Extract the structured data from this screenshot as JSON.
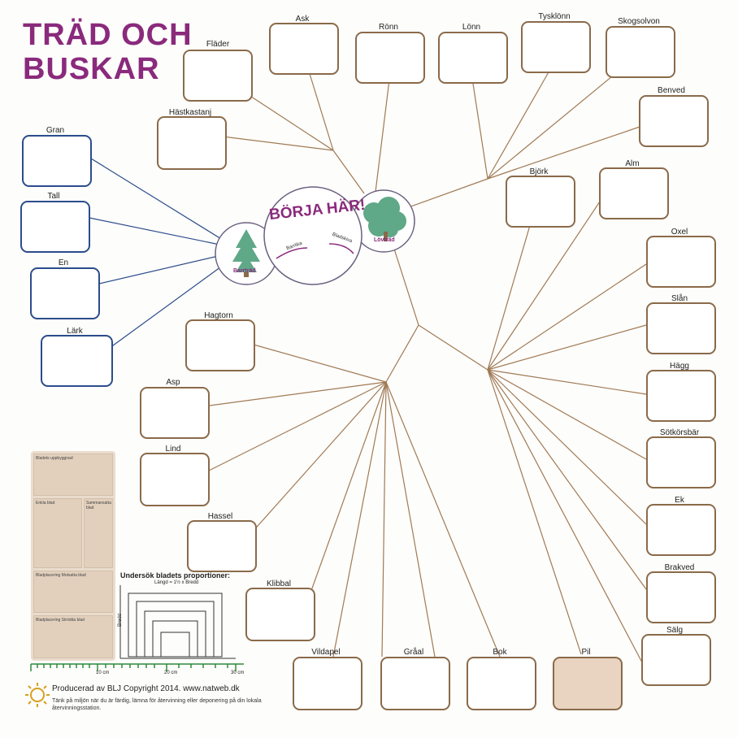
{
  "title": {
    "line1": "TRÄD OCH",
    "line2": "BUSKAR"
  },
  "start": {
    "label": "BÖRJA HÄR!",
    "barrtrad": "Barrträd",
    "lovtrad": "Lövträd",
    "barrlika": "Barrlika",
    "bladskiva": "Bladskiva"
  },
  "trees": {
    "gran": "Gran",
    "tall": "Tall",
    "en": "En",
    "lark": "Lärk",
    "flader": "Fläder",
    "ask": "Ask",
    "ronn": "Rönn",
    "lonn": "Lönn",
    "tysklonn": "Tysklönn",
    "skogsolvon": "Skogsolvon",
    "benved": "Benved",
    "hastkastanj": "Hästkastanj",
    "bjork": "Björk",
    "alm": "Alm",
    "oxel": "Oxel",
    "slan": "Slån",
    "hagg": "Hägg",
    "sotkorsbar": "Sötkörsbär",
    "ek": "Ek",
    "brakved": "Brakved",
    "salg": "Sälg",
    "hagtorn": "Hagtorn",
    "asp": "Asp",
    "lind": "Lind",
    "hassel": "Hassel",
    "klibbal": "Klibbal",
    "vildapel": "Vildapel",
    "graal": "Gråal",
    "bok": "Bok",
    "pil": "Pil"
  },
  "key": {
    "bladets_uppbyggnad": "Bladets uppbyggnad",
    "enkla_blad": "Enkla blad",
    "sammansatta_blad": "Sammansatta blad",
    "motsatta": "Bladplacering Motsatta blad",
    "stroda": "Bladplacering Strödda blad"
  },
  "proportions": {
    "title": "Undersök bladets proportioner:",
    "subtitle": "Längd = 1½ x Bredd",
    "bredd": "Bredd"
  },
  "ruler": {
    "l10": "10 cm",
    "l20": "20 cm",
    "l30": "30 cm"
  },
  "footer": {
    "credit": "Producerad av BLJ Copyright 2014. www.natweb.dk",
    "note": "Tänk på miljön när du är färdig, lämna för återvinning eller deponering på din lokala återvinningsstation."
  },
  "colors": {
    "title": "#8a2a7c",
    "barr_lines": "#2c4c8c",
    "lov_lines": "#8a6a4a"
  }
}
